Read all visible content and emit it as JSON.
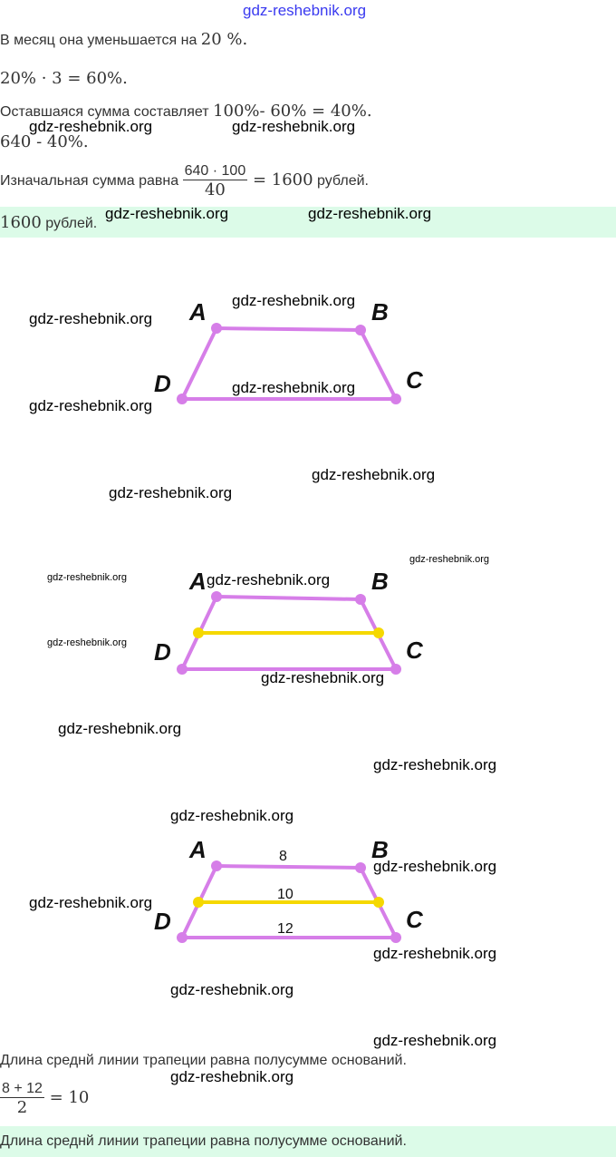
{
  "header_watermark": "gdz-reshebnik.org",
  "watermark": "gdz-reshebnik.org",
  "lines": {
    "l1_text": "В месяц она уменьшается на ",
    "l1_math": "20 %.",
    "l2_math": "20% · 3 = 60%.",
    "l3_text": "Оставшаяся сумма составляет ",
    "l3_math": "100%- 60% = 40%.",
    "l4_math": "640 - 40%.",
    "l5_text": "Изначальная сумма равна ",
    "l5_num": "640 · 100",
    "l5_den": "40",
    "l5_eq": " = 1600",
    "l5_unit": " рублей.",
    "answer1_math": "1600",
    "answer1_text": " рублей.",
    "l6_text": "Длина среднй линии трапеции равна полусумме оснований.",
    "l7_num": "8 + 12",
    "l7_den": "2",
    "l7_eq": " = 10",
    "answer2_text": "Длина среднй линии трапеции равна полусумме оснований."
  },
  "figures": {
    "labels": {
      "a": "A",
      "b": "B",
      "c": "C",
      "d": "D"
    },
    "top_base": "8",
    "midline": "10",
    "bottom_base": "12",
    "colors": {
      "trapezoid": "#d67ee8",
      "midline": "#f5d800"
    }
  }
}
